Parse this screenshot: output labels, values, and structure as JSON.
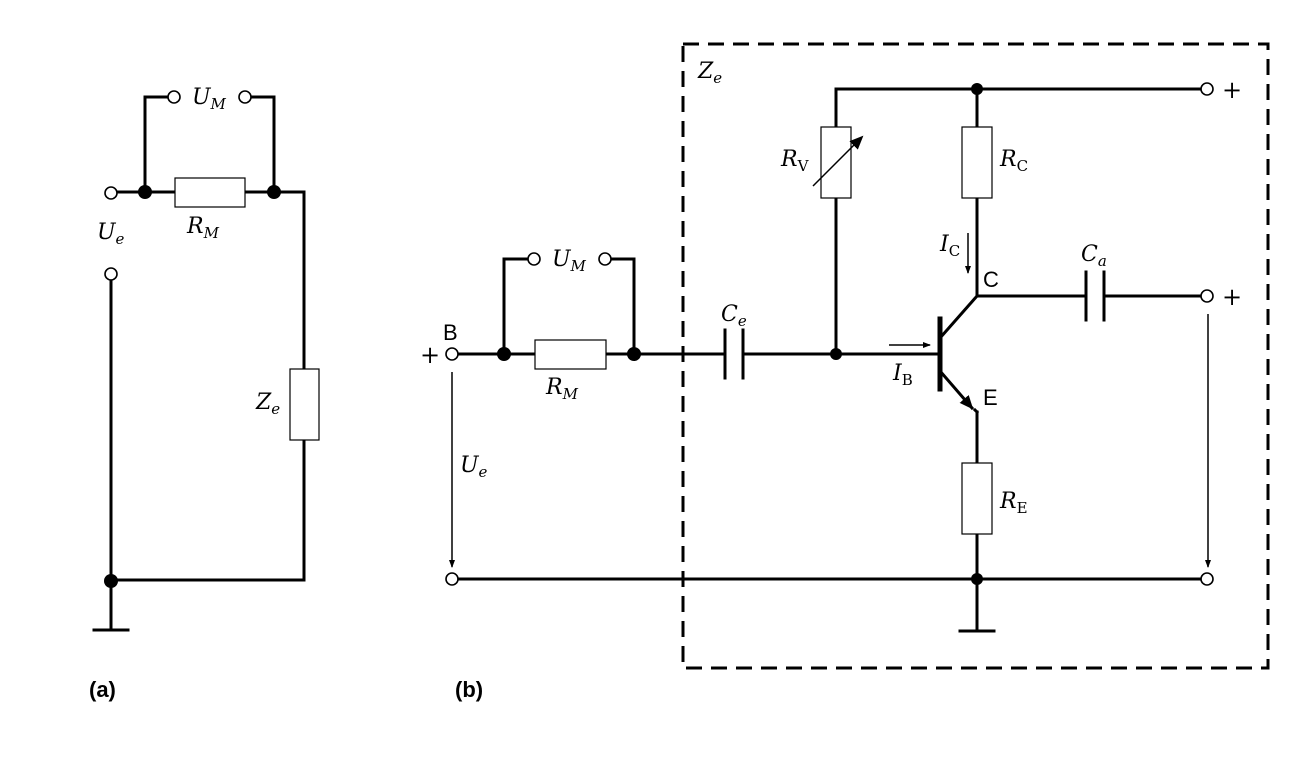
{
  "panel_a": {
    "caption": "(a)",
    "meter_voltage": {
      "main": "U",
      "sub": "M"
    },
    "meter_resistor": {
      "main": "R",
      "sub": "M"
    },
    "input_voltage": {
      "main": "U",
      "sub": "e"
    },
    "input_impedance": {
      "main": "Z",
      "sub": "e"
    }
  },
  "panel_b": {
    "caption": "(b)",
    "box_label": {
      "main": "Z",
      "sub": "e"
    },
    "meter_voltage": {
      "main": "U",
      "sub": "M"
    },
    "meter_resistor": {
      "main": "R",
      "sub": "M"
    },
    "input_voltage": {
      "main": "U",
      "sub": "e"
    },
    "input_capacitor": {
      "main": "C",
      "sub": "e"
    },
    "output_capacitor": {
      "main": "C",
      "sub": "a"
    },
    "bias_resistor": {
      "main": "R",
      "sub": "V"
    },
    "collector_resistor": {
      "main": "R",
      "sub": "C"
    },
    "emitter_resistor": {
      "main": "R",
      "sub": "E"
    },
    "collector_current": {
      "main": "I",
      "sub": "C"
    },
    "base_current": {
      "main": "I",
      "sub": "B"
    },
    "node_base": "B",
    "node_collector": "C",
    "node_emitter": "E",
    "plus_input": "+",
    "plus_supply": "+",
    "plus_output": "+"
  }
}
